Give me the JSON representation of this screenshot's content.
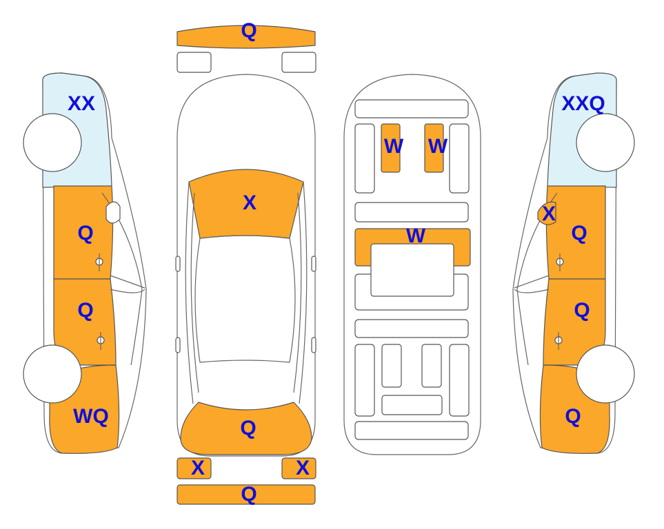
{
  "colors": {
    "damaged": "#FBA72A",
    "glass": "#DDF1F8",
    "outline": "#555555",
    "label": "#1010D8",
    "background": "#FFFFFF"
  },
  "labels": {
    "front_bumper": "Q",
    "hood": "X",
    "trunk_lid": "Q",
    "rear_left_light": "X",
    "rear_right_light": "X",
    "rear_bumper": "Q",
    "seat_front_left": "W",
    "seat_front_right": "W",
    "rear_bench": "W",
    "left_fender": "XX",
    "left_front_door": "Q",
    "left_rear_door": "Q",
    "left_quarter_panel": "WQ",
    "right_fender": "XXQ",
    "right_mirror": "X",
    "right_front_door": "Q",
    "right_rear_door": "Q",
    "right_quarter_panel": "Q"
  }
}
